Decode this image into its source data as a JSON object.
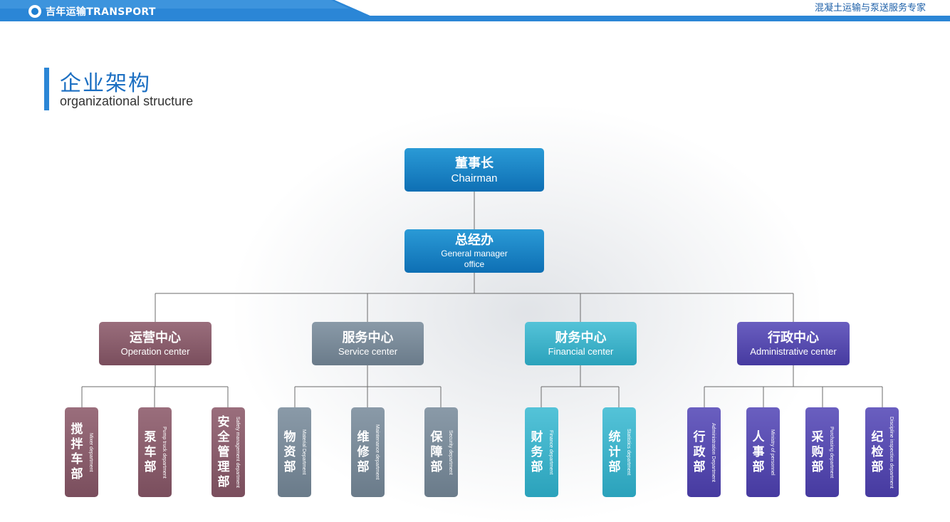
{
  "header": {
    "brand": "吉年运输TRANSPORT",
    "tagline": "混凝土运输与泵送服务专家",
    "colors": {
      "bar": "#2b86d6",
      "bar_light": "#5fa8e6"
    }
  },
  "section": {
    "title": "企业架构",
    "subtitle": "organizational structure"
  },
  "chart": {
    "chairman": {
      "cn": "董事长",
      "en": "Chairman"
    },
    "gm_office": {
      "cn": "总经办",
      "en": "General manager office"
    },
    "centers": [
      {
        "cn": "运营中心",
        "en": "Operation center",
        "color": "#8a5e6d",
        "departments": [
          {
            "cn": "搅拌车部",
            "en": "Mixer department"
          },
          {
            "cn": "泵车部",
            "en": "Pump truck department"
          },
          {
            "cn": "安全管理部",
            "en": "Safety management department"
          }
        ]
      },
      {
        "cn": "服务中心",
        "en": "Service center",
        "color": "#7a8b99",
        "departments": [
          {
            "cn": "物资部",
            "en": "Material Department"
          },
          {
            "cn": "维修部",
            "en": "Maintenance department"
          },
          {
            "cn": "保障部",
            "en": "Security department"
          }
        ]
      },
      {
        "cn": "财务中心",
        "en": "Financial center",
        "color": "#3db3cb",
        "departments": [
          {
            "cn": "财务部",
            "en": "Finance department"
          },
          {
            "cn": "统计部",
            "en": "Statistics department"
          }
        ]
      },
      {
        "cn": "行政中心",
        "en": "Administrative center",
        "color": "#584cb0",
        "departments": [
          {
            "cn": "行政部",
            "en": "Administration Department"
          },
          {
            "cn": "人事部",
            "en": "Ministry of personnel"
          },
          {
            "cn": "采购部",
            "en": "Purchasing department"
          },
          {
            "cn": "纪检部",
            "en": "Discipline inspection department"
          }
        ]
      }
    ]
  }
}
